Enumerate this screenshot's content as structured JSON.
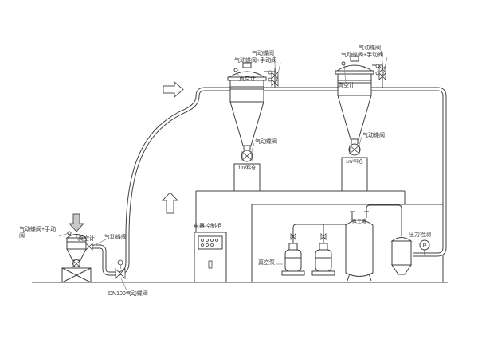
{
  "page": {
    "background": "#ffffff",
    "line_color": "#3f3f3f"
  },
  "labels": {
    "pneumatic_valve": "气动蝶阀",
    "combo_valve": "气动蝶阀+手动阀",
    "vacuum_gauge": "真空计",
    "silo": "1m³料仓",
    "control_cabinet": "电器控制柜",
    "dn100_valve": "DN100气动蝶阀",
    "vacuum_pump": "真空泵",
    "vacuum_tank": "真空罐",
    "pressure_detection": "压力检测",
    "pressure_symbol": "P"
  }
}
